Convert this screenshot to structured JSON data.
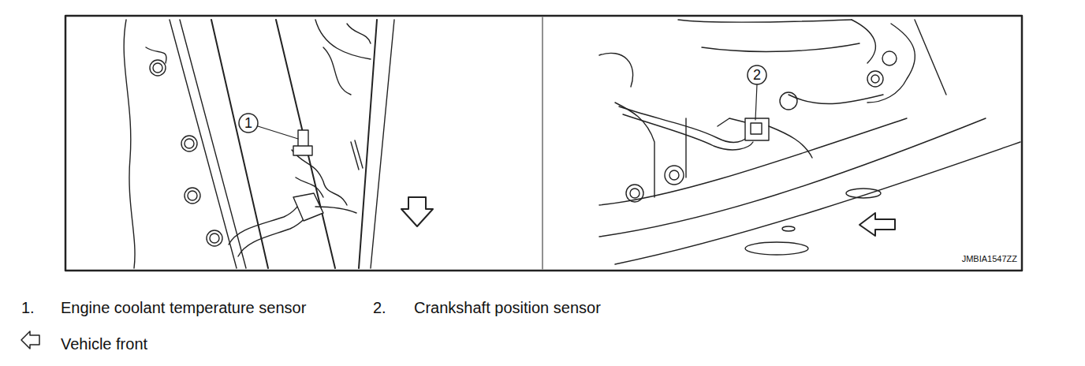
{
  "diagram": {
    "labels": [
      "1",
      "2",
      "JMBIA1547ZZ",
      "1.",
      "Engine coolant temperature sensor",
      "2.",
      "Crankshaft position sensor"
    ],
    "legend": [
      {
        "text": "Vehicle front"
      }
    ]
  }
}
